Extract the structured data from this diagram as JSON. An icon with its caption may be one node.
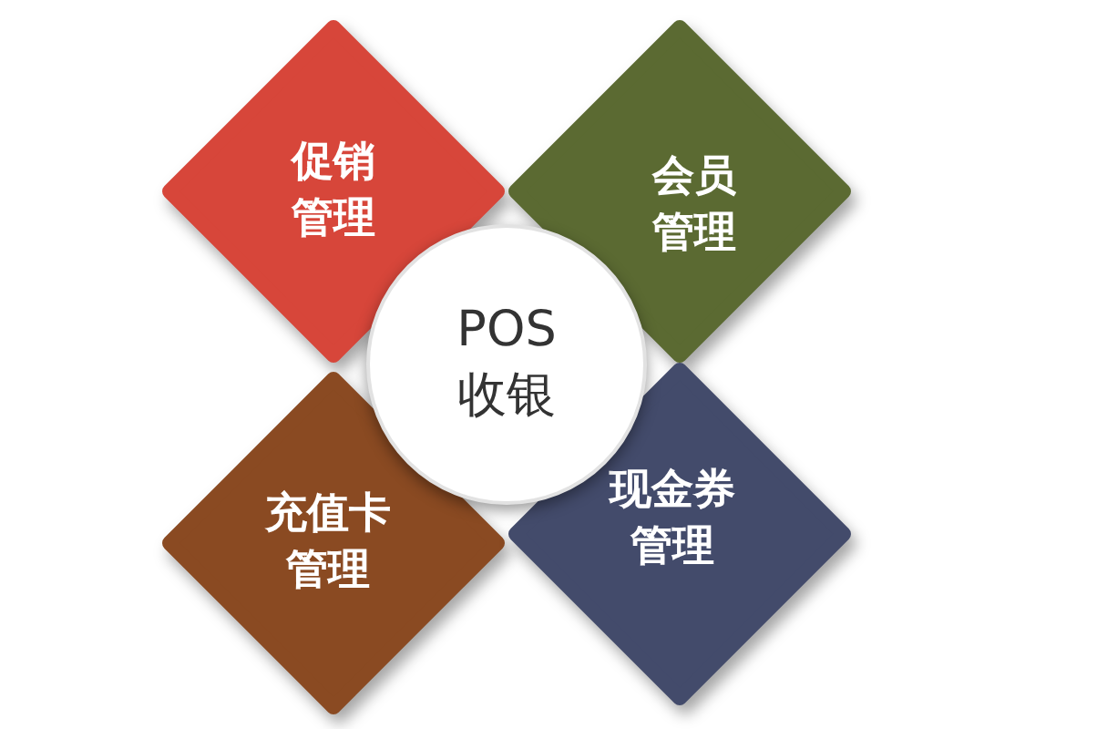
{
  "diagram": {
    "nodes": [
      {
        "text": [
          "促销管理"
        ]
      },
      {
        "text": [
          "会员管理"
        ]
      },
      {
        "text": [
          "POS 收银"
        ]
      },
      {
        "text": [
          "充值卡管理"
        ]
      },
      {
        "text": [
          "现金券管理"
        ]
      }
    ]
  }
}
